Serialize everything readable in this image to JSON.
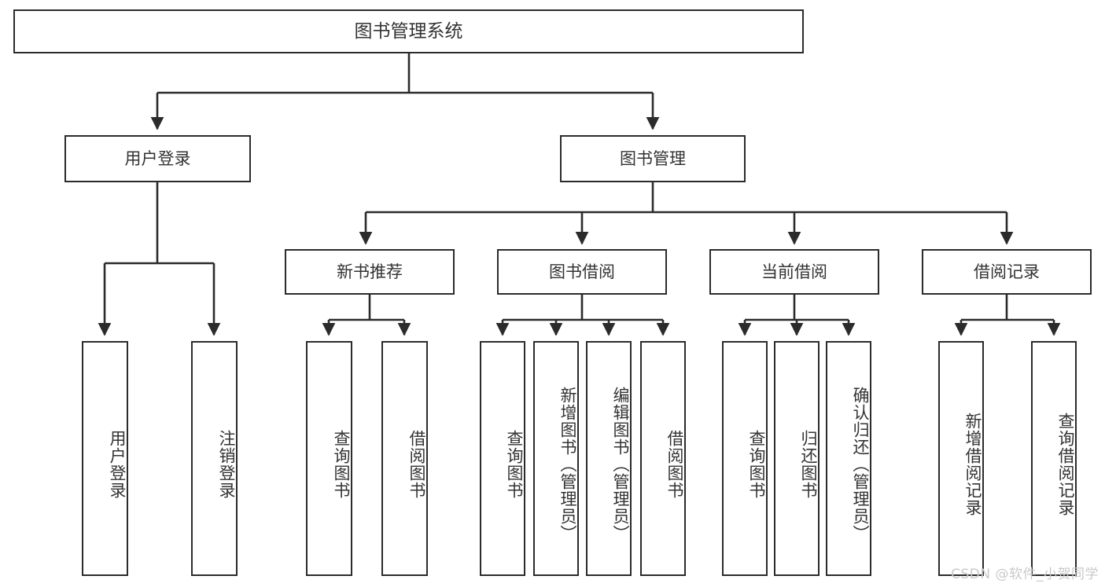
{
  "diagram": {
    "title": "图书管理系统",
    "type": "tree",
    "root": {
      "id": "root",
      "label": "图书管理系统"
    },
    "level2": [
      {
        "id": "user-login",
        "label": "用户登录"
      },
      {
        "id": "book-manage",
        "label": "图书管理"
      }
    ],
    "level3": [
      {
        "id": "new-book-rec",
        "label": "新书推荐",
        "parent": "book-manage"
      },
      {
        "id": "book-borrow",
        "label": "图书借阅",
        "parent": "book-manage"
      },
      {
        "id": "current-borrow",
        "label": "当前借阅",
        "parent": "book-manage"
      },
      {
        "id": "borrow-record",
        "label": "借阅记录",
        "parent": "book-manage"
      }
    ],
    "leaves": [
      {
        "id": "leaf-user-login",
        "label": "用户登录",
        "parent": "user-login"
      },
      {
        "id": "leaf-logout",
        "label": "注销登录",
        "parent": "user-login"
      },
      {
        "id": "leaf-query-book-1",
        "label": "查询图书",
        "parent": "new-book-rec"
      },
      {
        "id": "leaf-borrow-book-1",
        "label": "借阅图书",
        "parent": "new-book-rec"
      },
      {
        "id": "leaf-query-book-2",
        "label": "查询图书",
        "parent": "book-borrow"
      },
      {
        "id": "leaf-add-book",
        "label": "新增图书（管理员）",
        "parent": "book-borrow"
      },
      {
        "id": "leaf-edit-book",
        "label": "编辑图书（管理员）",
        "parent": "book-borrow"
      },
      {
        "id": "leaf-borrow-book-2",
        "label": "借阅图书",
        "parent": "book-borrow"
      },
      {
        "id": "leaf-query-book-3",
        "label": "查询图书",
        "parent": "current-borrow"
      },
      {
        "id": "leaf-return-book",
        "label": "归还图书",
        "parent": "current-borrow"
      },
      {
        "id": "leaf-confirm-return",
        "label": "确认归还（管理员）",
        "parent": "current-borrow"
      },
      {
        "id": "leaf-add-record",
        "label": "新增借阅记录",
        "parent": "borrow-record"
      },
      {
        "id": "leaf-query-record",
        "label": "查询借阅记录",
        "parent": "borrow-record"
      }
    ],
    "colors": {
      "box_border": "#2b2b2b",
      "box_fill": "#ffffff",
      "text": "#333333",
      "edge": "#2b2b2b",
      "watermark": "#c9c9c9"
    }
  },
  "watermark": {
    "text": "CSDN @软件_小贺同学"
  }
}
